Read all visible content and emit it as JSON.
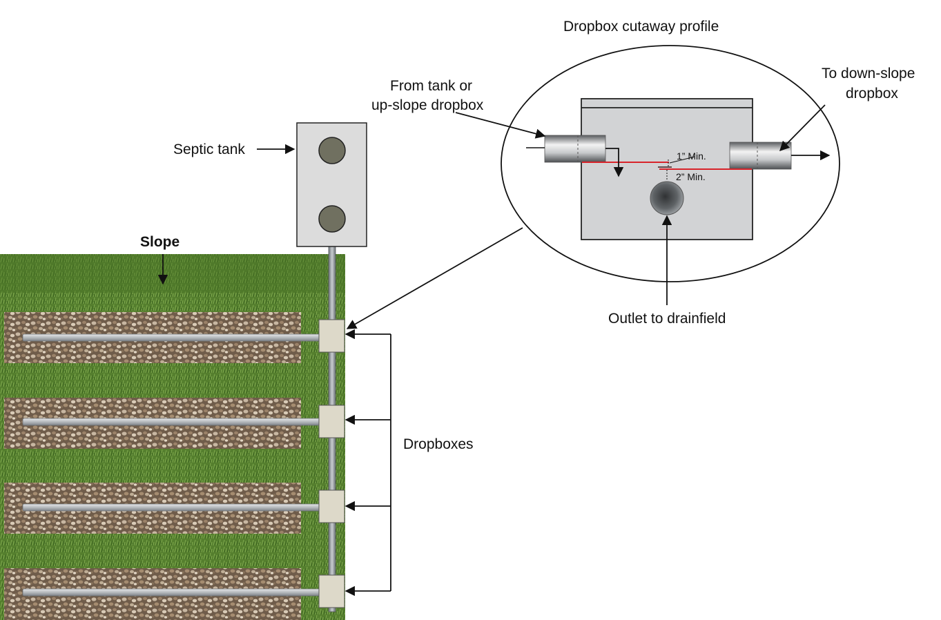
{
  "diagram": {
    "labels": {
      "title": "Dropbox cutaway profile",
      "from_tank_line1": "From tank or",
      "from_tank_line2": "up-slope dropbox",
      "to_downslope_line1": "To down-slope",
      "to_downslope_line2": "dropbox",
      "septic_tank": "Septic tank",
      "slope": "Slope",
      "dropboxes": "Dropboxes",
      "outlet": "Outlet to drainfield",
      "min_1": "1” Min.",
      "min_2": "2” Min."
    },
    "colors": {
      "grass": "#4f7f2c",
      "grass_light": "#6e9a3d",
      "gravel": "#8a7560",
      "dropbox_fill": "#ddd9c9",
      "tank_fill": "#dcdcdc",
      "tank_port": "#707060",
      "pipe": "#9ea3a8",
      "water_line": "#d8232a",
      "box_fill": "#d2d3d5"
    }
  }
}
